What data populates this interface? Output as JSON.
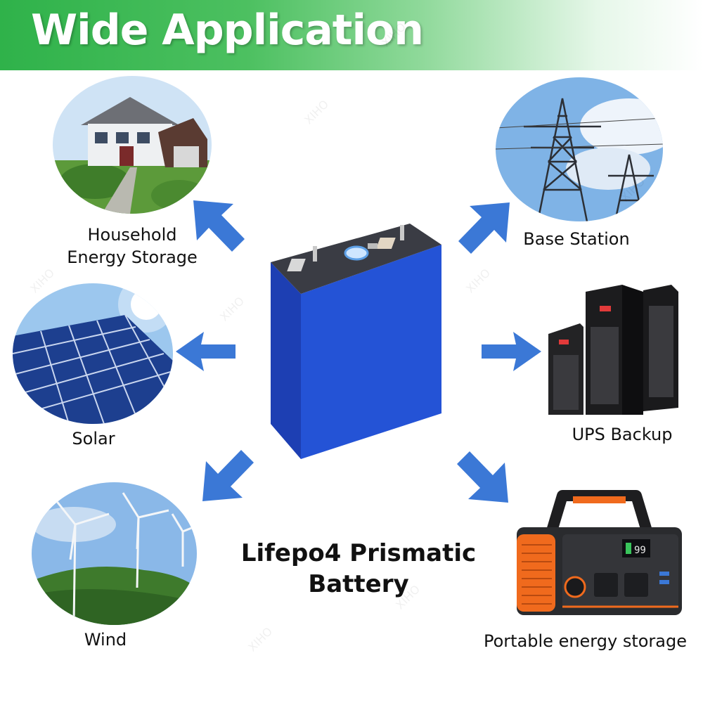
{
  "header": {
    "title": "Wide Application"
  },
  "product": {
    "title_line1": "Lifepo4 Prismatic",
    "title_line2": "Battery"
  },
  "applications": {
    "household": {
      "line1": "Household",
      "line2": "Energy Storage"
    },
    "base_station": {
      "label": "Base Station"
    },
    "solar": {
      "label": "Solar"
    },
    "ups": {
      "label": "UPS Backup"
    },
    "wind": {
      "label": "Wind"
    },
    "portable": {
      "label": "Portable energy storage"
    }
  },
  "watermark": {
    "text": "XIHO"
  },
  "colors": {
    "banner_green": "#2fb24a",
    "arrow_blue": "#3b78d6",
    "battery_blue": "#1f49c9",
    "portable_orange": "#f06a1d"
  },
  "icons": {
    "household": "house-photo",
    "base_station": "power-tower-photo",
    "solar": "solar-panel-photo",
    "ups": "server-rack-photo",
    "wind": "wind-turbine-photo",
    "portable": "portable-power-station-photo"
  }
}
